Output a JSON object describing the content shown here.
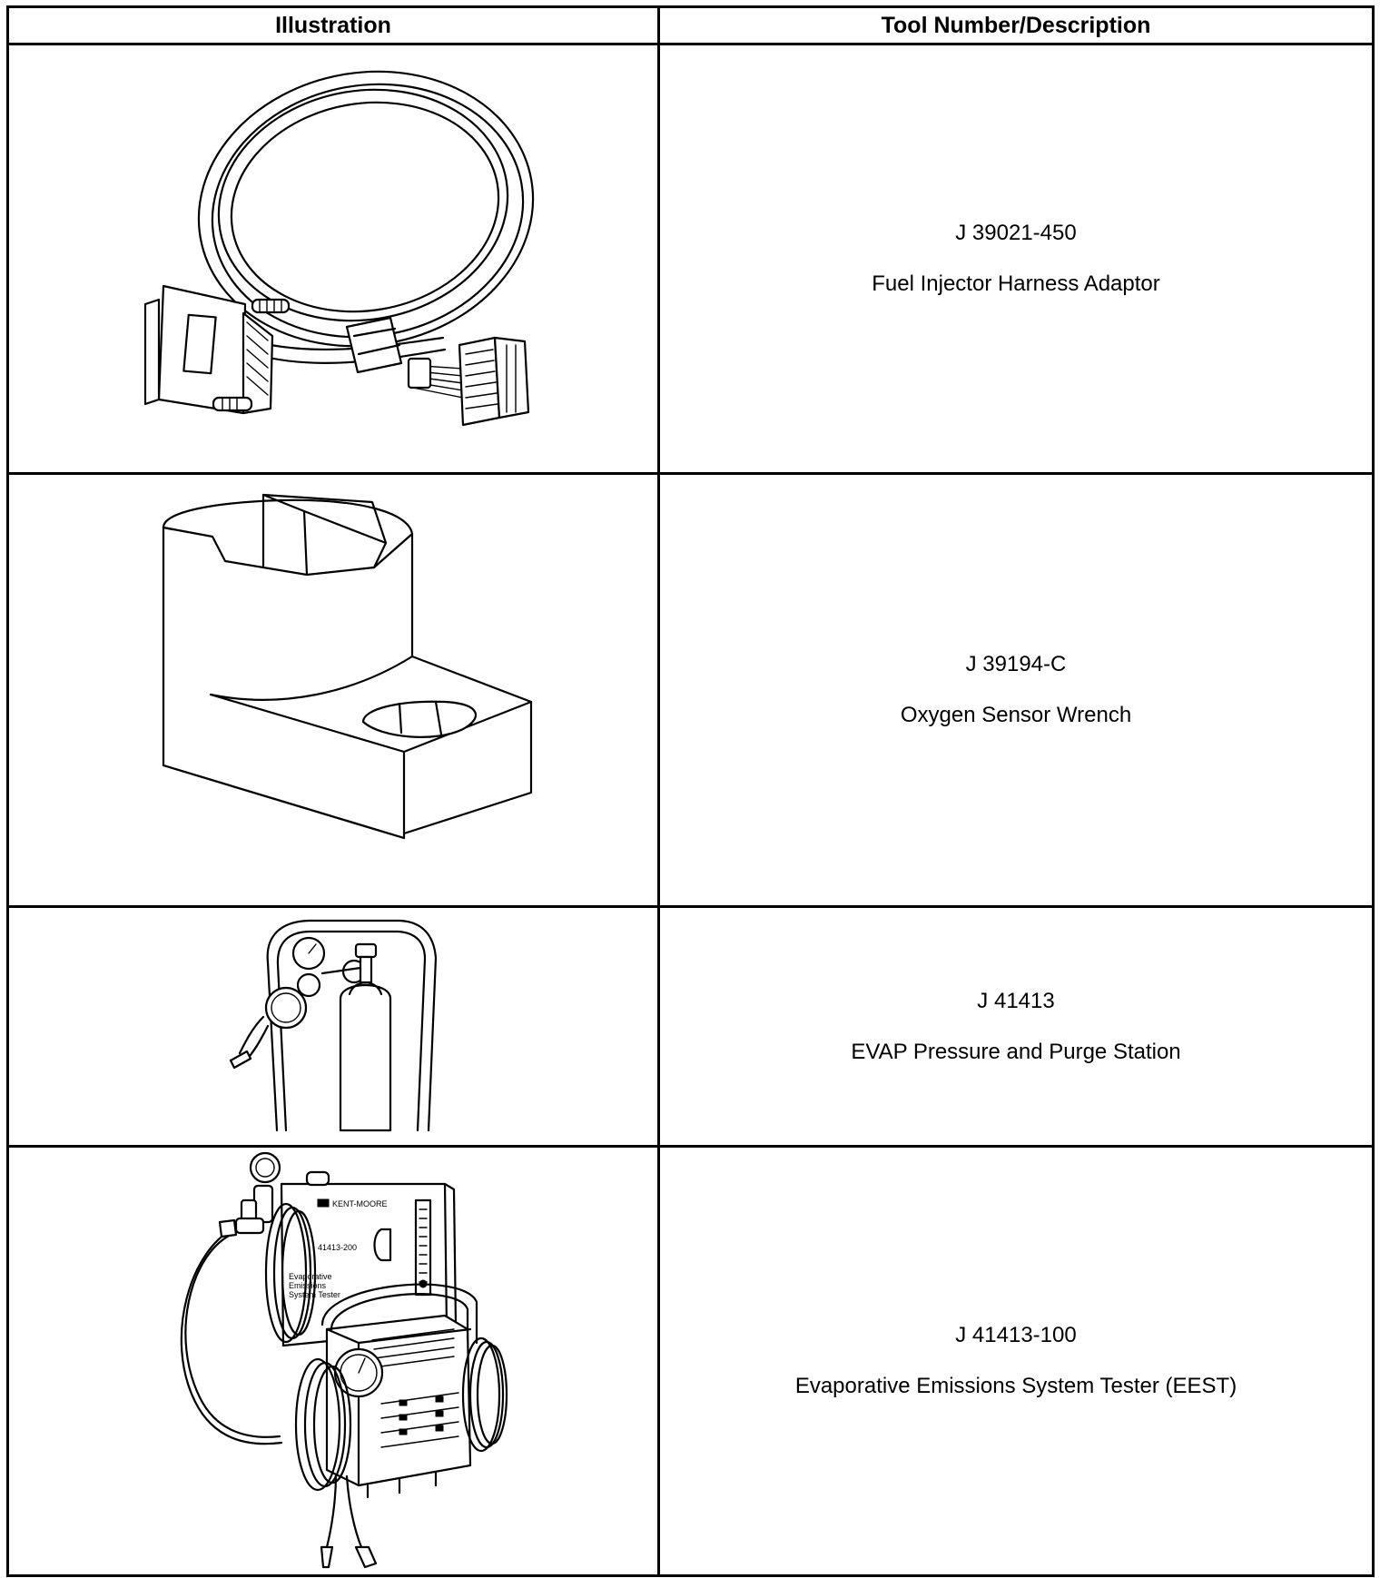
{
  "table": {
    "headers": {
      "illustration": "Illustration",
      "tool": "Tool Number/Description"
    },
    "rows": [
      {
        "tool_number": "J 39021-450",
        "description": "Fuel Injector Harness Adaptor",
        "illustration_icon": "harness-adaptor-illustration"
      },
      {
        "tool_number": "J 39194-C",
        "description": "Oxygen Sensor Wrench",
        "illustration_icon": "oxygen-sensor-wrench-illustration"
      },
      {
        "tool_number": "J 41413",
        "description": "EVAP Pressure and Purge Station",
        "illustration_icon": "evap-purge-station-illustration"
      },
      {
        "tool_number": "J 41413-100",
        "description": "Evaporative Emissions System Tester (EEST)",
        "illustration_icon": "emissions-tester-illustration"
      }
    ]
  },
  "tester_labels": {
    "brand": "KENT-MOORE",
    "model": "41413-200",
    "name_line1": "Evaporative",
    "name_line2": "Emissions",
    "name_line3": "System Tester"
  }
}
